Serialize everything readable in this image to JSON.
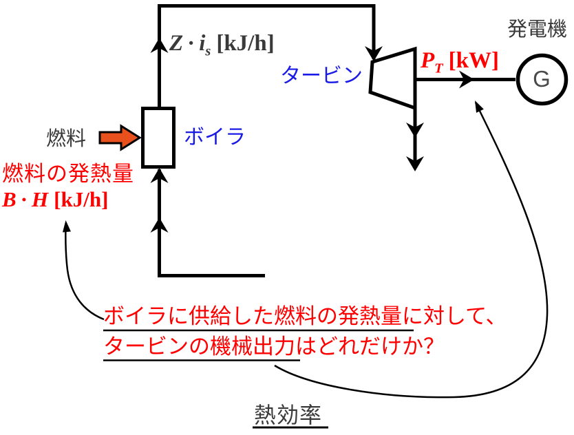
{
  "colors": {
    "red": "#ff0000",
    "blue": "#1a1ae6",
    "gray_text": "#3a3a3a",
    "orange_arrow": "#e8511d",
    "line": "#000000"
  },
  "labels": {
    "steam": {
      "var1": "Z",
      "dot": "·",
      "var2": "i",
      "sub": "s",
      "unit": "[kJ/h]"
    },
    "boiler": "ボイラ",
    "fuel": "燃料",
    "fuel_heat": {
      "title": "燃料の発熱量",
      "var1": "B",
      "dot": "·",
      "var2": "H",
      "unit": "[kJ/h]"
    },
    "turbine": "タービン",
    "power": {
      "var": "P",
      "sub": "T",
      "unit": "[kW]"
    },
    "generator": "発電機",
    "generator_symbol": "G",
    "question": {
      "line1": "ボイラに供給した燃料の発熱量に対して、",
      "line2": "タービンの機械出力はどれだけか？"
    },
    "thermal_efficiency": "熱効率"
  }
}
